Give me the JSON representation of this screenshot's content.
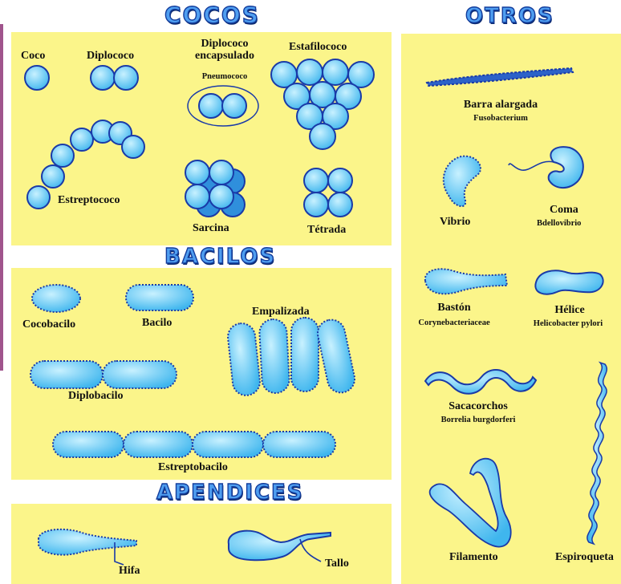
{
  "headers": {
    "cocos": "COCOS",
    "otros": "OTROS",
    "bacilos": "BACILOS",
    "apendices": "APENDICES"
  },
  "cocos": {
    "coco": "Coco",
    "diplococo": "Diplococo",
    "diplococo_encapsulado": "Diplococo encapsulado",
    "pneumococo": "Pneumococo",
    "estafilococo": "Estafilococo",
    "estreptococo": "Estreptococo",
    "sarcina": "Sarcina",
    "tetrada": "Tétrada"
  },
  "bacilos": {
    "cocobacilo": "Cocobacilo",
    "bacilo": "Bacilo",
    "empalizada": "Empalizada",
    "diplobacilo": "Diplobacilo",
    "estreptobacilo": "Estreptobacilo"
  },
  "apendices": {
    "hifa": "Hifa",
    "tallo": "Tallo"
  },
  "otros": {
    "barra_alargada": "Barra alargada",
    "fusobacterium": "Fusobacterium",
    "vibrio": "Vibrio",
    "coma": "Coma",
    "bdellovibrio": "Bdellovibrio",
    "baston": "Bastón",
    "corynebacteriaceae": "Corynebacteriaceae",
    "helice": "Hélice",
    "helicobacter": "Helicobacter pylori",
    "sacacorchos": "Sacacorchos",
    "borrelia": "Borrelia burgdorferi",
    "filamento": "Filamento",
    "espiroqueta": "Espiroqueta"
  },
  "colors": {
    "panel": "#fbf58a",
    "cell_fill": "#5ec9f3",
    "cell_stroke": "#1a3aa8",
    "header": "#4f9ef0",
    "side_bar": "#a0548c"
  }
}
